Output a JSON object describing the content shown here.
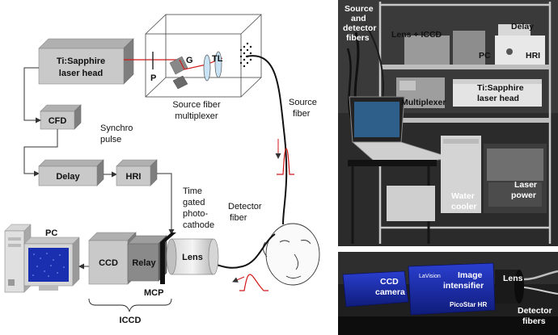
{
  "diagram": {
    "ti_sapphire_head": [
      "Ti:Sapphire",
      "laser head"
    ],
    "cfd": "CFD",
    "synchro_pulse": [
      "Synchro",
      "pulse"
    ],
    "delay": "Delay",
    "hri": "HRI",
    "p_label": "P",
    "g_label": "G",
    "tl_label": "TL",
    "source_fiber_multiplexer": [
      "Source fiber",
      "multiplexer"
    ],
    "source_fiber": [
      "Source",
      "fiber"
    ],
    "detector_fiber": [
      "Detector",
      "fiber"
    ],
    "time_gated_photocathode": [
      "Time",
      "gated",
      "photo-",
      "cathode"
    ],
    "pc": "PC",
    "ccd": "CCD",
    "relay": "Relay",
    "lens": "Lens",
    "mcp": "MCP",
    "iccd": "ICCD"
  },
  "photo_top": {
    "source_detector_fibers": [
      "Source",
      "and",
      "detector",
      "fibers"
    ],
    "lens_iccd": "Lens + ICCD",
    "delay": "Delay",
    "pc": "PC",
    "hri": "HRI",
    "ti_sapphire_head": [
      "Ti:Sapphire",
      "laser head"
    ],
    "multiplexer": "Multiplexer",
    "water_cooler": [
      "Water",
      "cooler"
    ],
    "laser_power": [
      "Laser",
      "power"
    ]
  },
  "photo_bottom": {
    "ccd_camera": [
      "CCD",
      "camera"
    ],
    "image_intensifier": [
      "Image",
      "intensifier"
    ],
    "lens": "Lens",
    "detector_fibers": [
      "Detector",
      "fibers"
    ],
    "brand": "LaVision",
    "product": "PicoStar HR"
  },
  "colors": {
    "beam_red": "#d01a1a",
    "box_gray": "#c9c9c9",
    "monitor_blue": "#1a2fb0"
  }
}
